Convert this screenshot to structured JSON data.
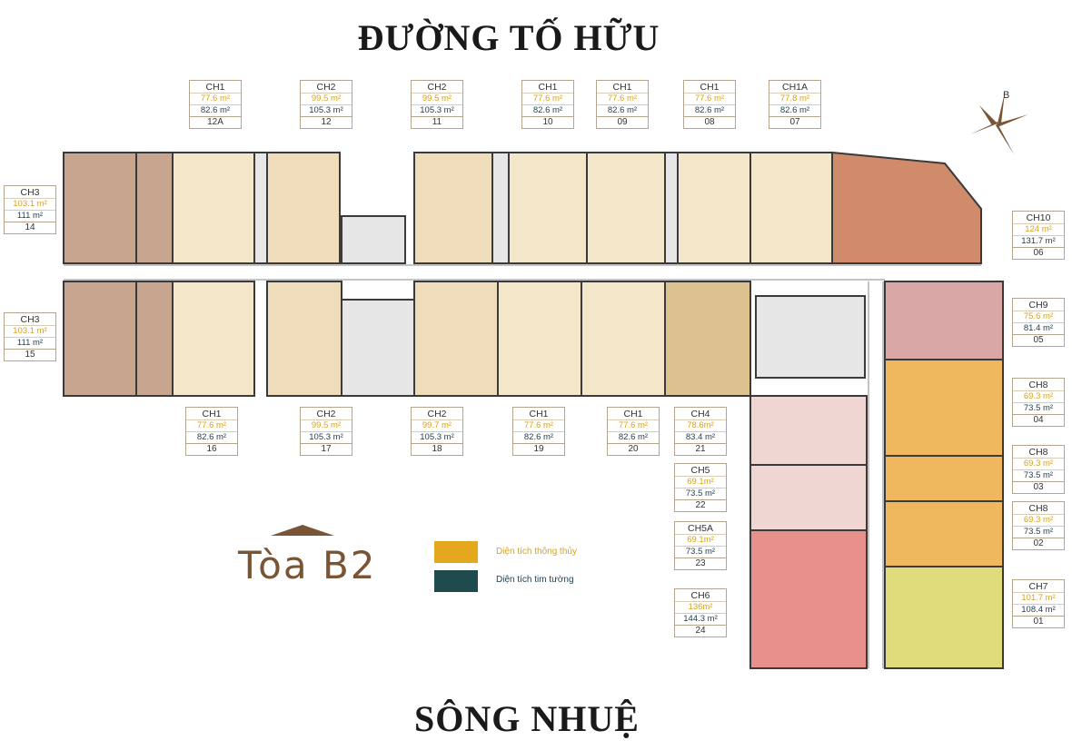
{
  "streets": {
    "top": "ĐƯỜNG TỐ HỮU",
    "bottom": "SÔNG NHUỆ"
  },
  "building": "Tòa B2",
  "compass_letter": "B",
  "legend": [
    {
      "label": "Diện tích thông thủy",
      "color": "#e3a81d"
    },
    {
      "label": "Diện tích tim tường",
      "color": "#1f4b4f"
    }
  ],
  "colors": {
    "ch1": "#f4e6c8",
    "ch2": "#efdcba",
    "ch3": "#c7a58e",
    "ch4": "#dcc191",
    "ch5": "#f0d6d2",
    "ch6": "#e8908c",
    "ch7": "#e0dc7c",
    "ch8": "#f0b85e",
    "ch9": "#d9a7a5",
    "ch10": "#cf8b6a",
    "core": "#e6e6e6",
    "wall": "#3a3a3a"
  },
  "units": [
    {
      "type": "CH1",
      "a1": "77.6 m²",
      "a2": "82.6 m²",
      "num": "12A"
    },
    {
      "type": "CH2",
      "a1": "99.5 m²",
      "a2": "105.3 m²",
      "num": "12"
    },
    {
      "type": "CH2",
      "a1": "99.5 m²",
      "a2": "105.3 m²",
      "num": "11"
    },
    {
      "type": "CH1",
      "a1": "77.6 m²",
      "a2": "82.6 m²",
      "num": "10"
    },
    {
      "type": "CH1",
      "a1": "77.6 m²",
      "a2": "82.6 m²",
      "num": "09"
    },
    {
      "type": "CH1",
      "a1": "77.6 m²",
      "a2": "82.6 m²",
      "num": "08"
    },
    {
      "type": "CH1A",
      "a1": "77.8 m²",
      "a2": "82.6 m²",
      "num": "07"
    },
    {
      "type": "CH3",
      "a1": "103.1 m²",
      "a2": "111 m²",
      "num": "14"
    },
    {
      "type": "CH3",
      "a1": "103.1 m²",
      "a2": "111 m²",
      "num": "15"
    },
    {
      "type": "CH10",
      "a1": "124 m²",
      "a2": "131.7 m²",
      "num": "06"
    },
    {
      "type": "CH9",
      "a1": "75.6 m²",
      "a2": "81.4 m²",
      "num": "05"
    },
    {
      "type": "CH8",
      "a1": "69.3 m²",
      "a2": "73.5 m²",
      "num": "04"
    },
    {
      "type": "CH8",
      "a1": "69.3 m²",
      "a2": "73.5 m²",
      "num": "03"
    },
    {
      "type": "CH8",
      "a1": "69.3 m²",
      "a2": "73.5 m²",
      "num": "02"
    },
    {
      "type": "CH7",
      "a1": "101.7 m²",
      "a2": "108.4 m²",
      "num": "01"
    },
    {
      "type": "CH1",
      "a1": "77.6 m²",
      "a2": "82.6 m²",
      "num": "16"
    },
    {
      "type": "CH2",
      "a1": "99.5 m²",
      "a2": "105.3 m²",
      "num": "17"
    },
    {
      "type": "CH2",
      "a1": "99.7 m²",
      "a2": "105.3 m²",
      "num": "18"
    },
    {
      "type": "CH1",
      "a1": "77.6 m²",
      "a2": "82.6 m²",
      "num": "19"
    },
    {
      "type": "CH1",
      "a1": "77.6 m²",
      "a2": "82.6 m²",
      "num": "20"
    },
    {
      "type": "CH4",
      "a1": "78.6m²",
      "a2": "83.4 m²",
      "num": "21"
    },
    {
      "type": "CH5",
      "a1": "69.1m²",
      "a2": "73.5 m²",
      "num": "22"
    },
    {
      "type": "CH5A",
      "a1": "69.1m²",
      "a2": "73.5 m²",
      "num": "23"
    },
    {
      "type": "CH6",
      "a1": "136m²",
      "a2": "144.3 m²",
      "num": "24"
    }
  ]
}
